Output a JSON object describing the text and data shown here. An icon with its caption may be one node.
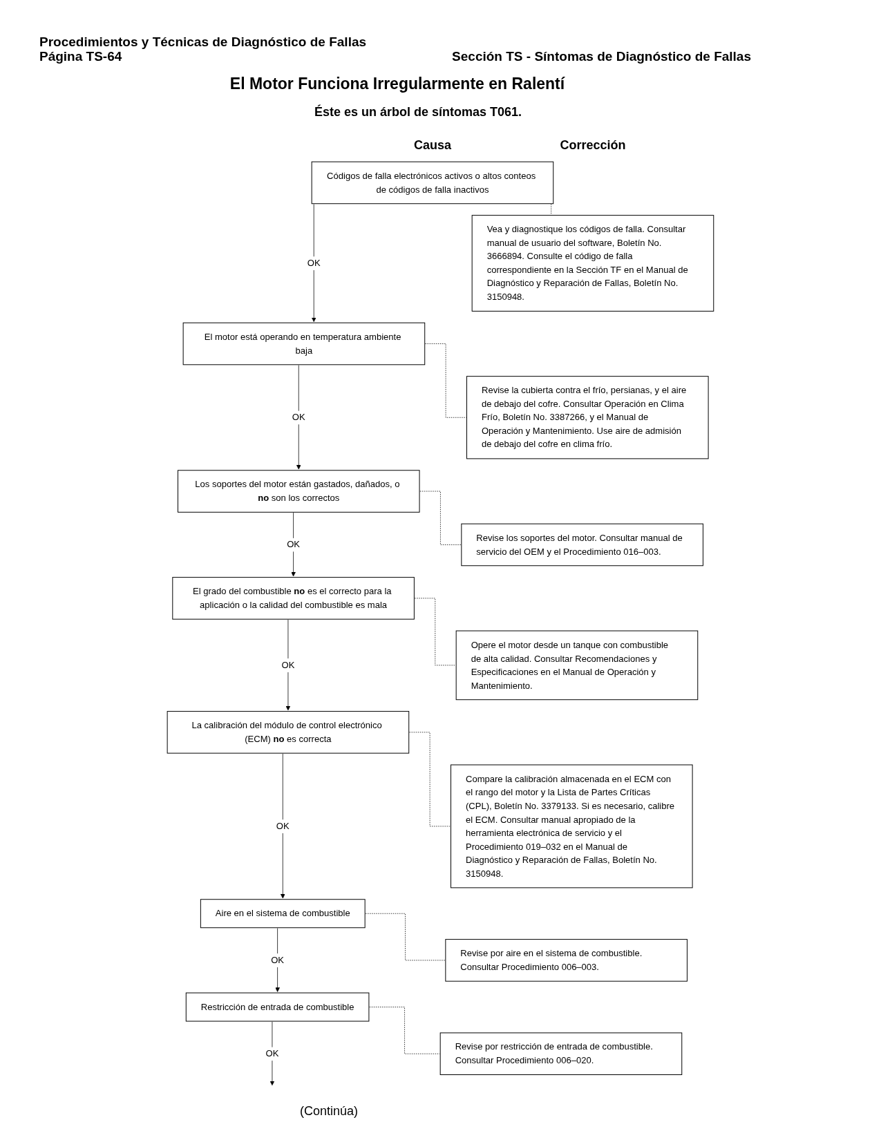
{
  "diagram": {
    "title": "El Motor Funciona Irregularmente en Ralentí",
    "nodes": [
      {
        "text": [
          "Códigos de falla electrónicos activos o altos conteos de códigos de falla inactivos"
        ]
      },
      {
        "text": [
          "Vea y diagnostique los códigos de falla. Consultar manual de usuario del software, Boletín No. 3666894. Consulte el código de falla correspondiente en la Sección TF en el Manual de Diagnóstico y Reparación de Fallas, Boletín No. 3150948."
        ]
      },
      {
        "text": [
          "El motor está operando en temperatura ambiente baja"
        ]
      },
      {
        "text": [
          "Revise la cubierta contra el frío, persianas, y el aire de debajo del cofre. Consultar Operación en Clima Frío, Boletín No. 3387266, y el Manual de Operación y Mantenimiento. Use aire de admisión de debajo del cofre en clima frío."
        ]
      },
      {
        "text": [
          "Los soportes del motor están gastados, dañados, o **no** son los correctos"
        ]
      },
      {
        "text": [
          "Revise los soportes del motor. Consultar manual de servicio del OEM y el Procedimiento 016–003."
        ]
      },
      {
        "text": [
          "El grado del combustible **no** es el correcto para la aplicación o la calidad del combustible es mala"
        ]
      },
      {
        "text": [
          "Opere el motor desde un tanque con combustible de alta calidad. Consultar Recomendaciones y Especificaciones en el Manual de Operación y Mantenimiento."
        ]
      },
      {
        "text": [
          "La calibración del módulo de control electrónico (ECM) **no** es correcta"
        ]
      },
      {
        "text": [
          "Compare la calibración almacenada en el ECM con el rango del motor y la Lista de Partes Críticas (CPL), Boletín No. 3379133. Si es necesario, calibre el ECM. Consultar manual apropiado de la herramienta electrónica de servicio y el Procedimiento 019–032 en el Manual de Diagnóstico y Reparación de Fallas, Boletín No. 3150948."
        ]
      },
      {
        "text": [
          "Aire en el sistema de combustible"
        ]
      },
      {
        "text": [
          "Revise por aire en el sistema de combustible. Consultar Procedimiento 006–003."
        ]
      },
      {
        "text": [
          "Restricción de entrada de combustible"
        ]
      },
      {
        "text": [
          "Revise por restricción de entrada de combustible. Consultar Procedimiento 006–020."
        ]
      }
    ],
    "edges": [
      {
        "from": 0,
        "to": 2,
        "arrow": "to",
        "label": "OK"
      },
      {
        "from": 0,
        "to": 1,
        "arrow": "none",
        "style": "dashed"
      },
      {
        "from": 2,
        "to": 4,
        "arrow": "to",
        "label": "OK"
      },
      {
        "from": 2,
        "to": 3,
        "arrow": "none",
        "style": "dashed"
      },
      {
        "from": 4,
        "to": 6,
        "arrow": "to",
        "label": "OK"
      },
      {
        "from": 4,
        "to": 5,
        "arrow": "none",
        "style": "dashed"
      },
      {
        "from": 6,
        "to": 8,
        "arrow": "to",
        "label": "OK"
      },
      {
        "from": 6,
        "to": 7,
        "arrow": "none",
        "style": "dashed"
      },
      {
        "from": 8,
        "to": 10,
        "arrow": "to",
        "label": "OK"
      },
      {
        "from": 8,
        "to": 9,
        "arrow": "none",
        "style": "dashed"
      },
      {
        "from": 10,
        "to": 12,
        "arrow": "to",
        "label": "OK"
      },
      {
        "from": 10,
        "to": 11,
        "arrow": "none",
        "style": "dashed"
      },
      {
        "from": 12,
        "to": null,
        "arrow": "to",
        "label": "OK"
      },
      {
        "from": 12,
        "to": 13,
        "arrow": "none",
        "style": "dashed"
      }
    ],
    "labels": [
      "Procedimientos y Técnicas de Diagnóstico de Fallas",
      "Página TS-64",
      "Sección TS - Síntomas de Diagnóstico de Fallas",
      "Éste es un árbol de síntomas T061.",
      "Causa",
      "Corrección",
      "(Continúa)"
    ]
  }
}
